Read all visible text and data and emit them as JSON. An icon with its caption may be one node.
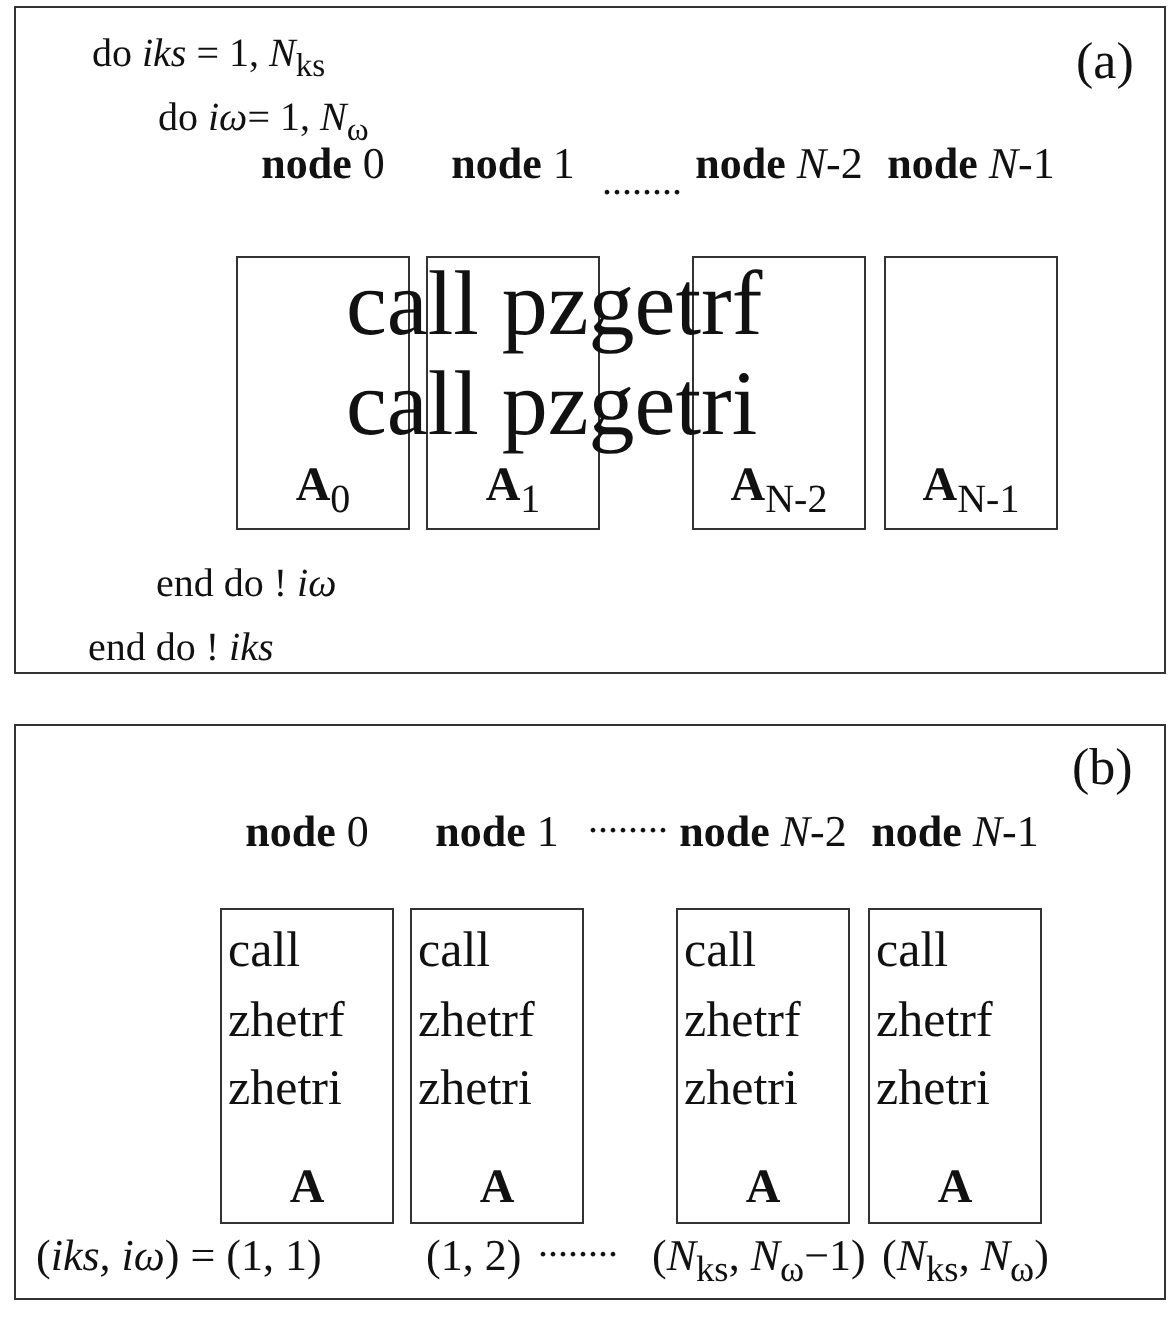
{
  "diagram": {
    "nodes": [
      {
        "text": [
          "(a)"
        ]
      },
      {
        "text": [
          "**A**$_{0}$"
        ],
        "in": 0,
        "beside": [
          "**node** 0"
        ]
      },
      {
        "text": [
          "**A**$_{1}$"
        ],
        "in": 0,
        "beside": [
          "**node** 1"
        ]
      },
      {
        "text": [
          "**A**$_{N-2}$"
        ],
        "in": 0,
        "beside": [
          "**node** *N*-2"
        ]
      },
      {
        "text": [
          "**A**$_{N-1}$"
        ],
        "in": 0,
        "beside": [
          "**node** *N*-1"
        ]
      },
      {
        "text": [
          "(b)"
        ]
      },
      {
        "text": [
          "call zhetrf zhetri",
          "A"
        ],
        "in": 5,
        "beside": [
          "**node** 0",
          "(*iks, iω*) = (1, 1)"
        ]
      },
      {
        "text": [
          "call zhetrf zhetri",
          "A"
        ],
        "in": 5,
        "beside": [
          "**node** 1",
          "(1, 2)"
        ]
      },
      {
        "text": [
          "call zhetrf zhetri",
          "A"
        ],
        "in": 5,
        "beside": [
          "**node** *N*-2",
          "(*N*$_{ks}$, *N*$_{ω}$−1)"
        ]
      },
      {
        "text": [
          "call zhetrf zhetri",
          "A"
        ],
        "in": 5,
        "beside": [
          "**node** *N*-1",
          "(*N*$_{ks}$, *N*$_{ω}$)"
        ]
      }
    ],
    "labels": [
      "do *iks* = 1, *N*$_{ks}$",
      "do *iω*= 1, *N*$_{ω}$",
      "........",
      "call pzgetrf",
      "call pzgetri",
      "end do ! *iω*",
      "end do ! *iks*",
      "........",
      "........"
    ]
  }
}
